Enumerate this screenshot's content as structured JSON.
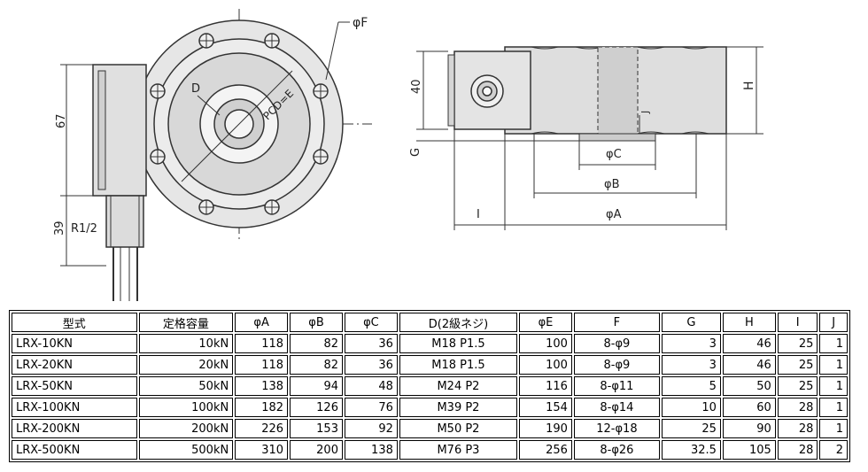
{
  "drawing": {
    "labels": {
      "phiF": "φF",
      "D": "D",
      "PCD": "PCD=E",
      "dim67": "67",
      "dim39": "39",
      "R12": "R1/2",
      "dim40": "40",
      "G": "G",
      "H": "H",
      "J": "J",
      "phiC": "φC",
      "phiB": "φB",
      "I": "I",
      "phiA": "φA"
    }
  },
  "table": {
    "headers": [
      "型式",
      "定格容量",
      "φA",
      "φB",
      "φC",
      "D(2級ネジ)",
      "φE",
      "F",
      "G",
      "H",
      "I",
      "J"
    ],
    "rows": [
      [
        "LRX-10KN",
        "10kN",
        "118",
        "82",
        "36",
        "M18 P1.5",
        "100",
        "8-φ9",
        "3",
        "46",
        "25",
        "1"
      ],
      [
        "LRX-20KN",
        "20kN",
        "118",
        "82",
        "36",
        "M18 P1.5",
        "100",
        "8-φ9",
        "3",
        "46",
        "25",
        "1"
      ],
      [
        "LRX-50KN",
        "50kN",
        "138",
        "94",
        "48",
        "M24 P2",
        "116",
        "8-φ11",
        "5",
        "50",
        "25",
        "1"
      ],
      [
        "LRX-100KN",
        "100kN",
        "182",
        "126",
        "76",
        "M39 P2",
        "154",
        "8-φ14",
        "10",
        "60",
        "28",
        "1"
      ],
      [
        "LRX-200KN",
        "200kN",
        "226",
        "153",
        "92",
        "M50 P2",
        "190",
        "12-φ18",
        "25",
        "90",
        "28",
        "1"
      ],
      [
        "LRX-500KN",
        "500kN",
        "310",
        "200",
        "138",
        "M76 P3",
        "256",
        "8-φ26",
        "32.5",
        "105",
        "28",
        "2"
      ]
    ]
  }
}
